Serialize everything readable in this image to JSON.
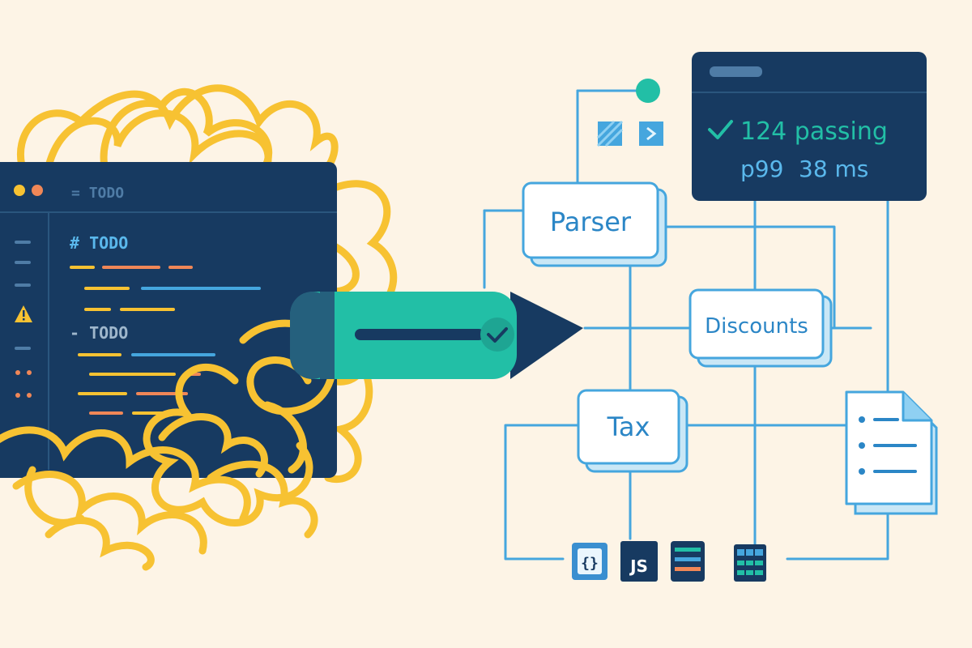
{
  "editor": {
    "tab_title": "TODO",
    "headings": [
      "# TODO",
      "- TODO"
    ]
  },
  "modules": {
    "parser": "Parser",
    "discounts": "Discounts",
    "tax": "Tax"
  },
  "test_panel": {
    "status_icon": "check-icon",
    "passing": "124 passing",
    "latency_label": "p99",
    "latency_value": "38 ms"
  },
  "file_badges": {
    "json": "{}",
    "js": "JS"
  },
  "colors": {
    "background": "#fdf4e6",
    "navy": "#173a61",
    "wire": "#45a6de",
    "teal": "#22bfa6",
    "yarn": "#f7c232",
    "orange": "#f08757"
  }
}
